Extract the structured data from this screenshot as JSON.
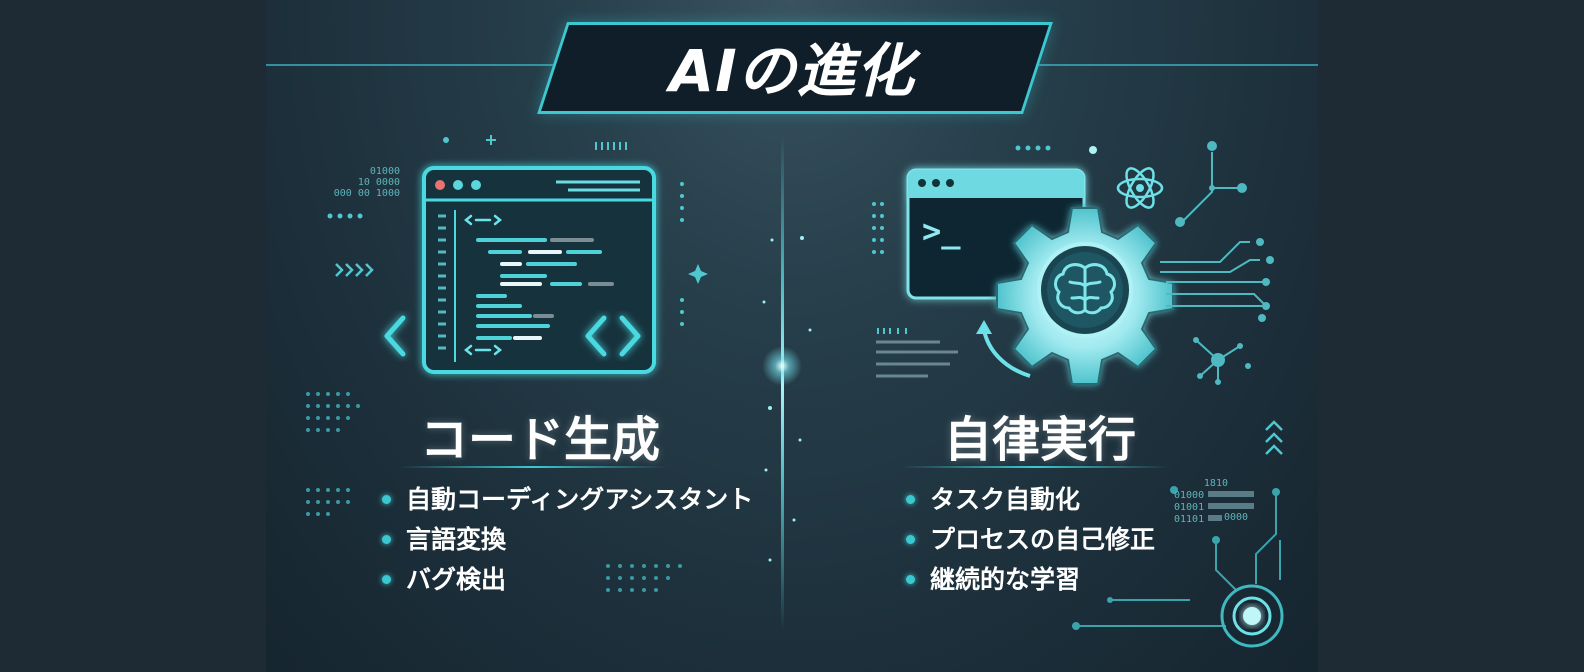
{
  "title": "AIの進化",
  "left": {
    "heading": "コード生成",
    "items": [
      "自動コーディングアシスタント",
      "言語変換",
      "バグ検出"
    ],
    "binary": [
      "01000",
      "10 0000",
      "000 00 1000"
    ]
  },
  "right": {
    "heading": "自律実行",
    "items": [
      "タスク自動化",
      "プロセスの自己修正",
      "継続的な学習"
    ],
    "binary": [
      "1810",
      "01000",
      "01001",
      "01101",
      "0000"
    ],
    "terminal_prompt": ">_"
  },
  "colors": {
    "accent": "#3cc8d0",
    "background": "#1c2f3a",
    "text": "#ffffff"
  }
}
